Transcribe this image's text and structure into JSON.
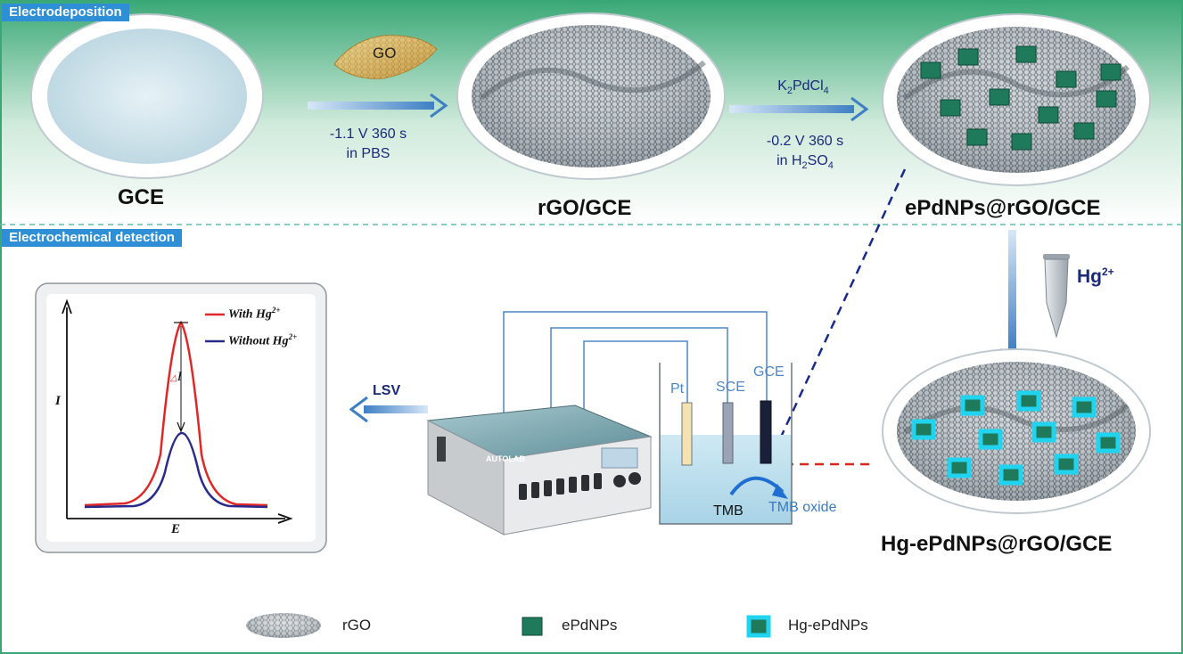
{
  "sections": {
    "electrodeposition": "Electrodeposition",
    "detection": "Electrochemical detection"
  },
  "labels": {
    "go": "GO",
    "gce": "GCE",
    "rgo_gce": "rGO/GCE",
    "epdnps_rgo_gce": "ePdNPs@rGO/GCE",
    "hg_epdnps_rgo_gce": "Hg-ePdNPs@rGO/GCE",
    "hg": "Hg",
    "hg_charge": "2+",
    "lsv": "LSV"
  },
  "steps": [
    {
      "line1": "-1.1 V 360 s",
      "line2": "in PBS"
    },
    {
      "reagent_a": "K",
      "reagent_sub1": "2",
      "reagent_b": "PdCl",
      "reagent_sub2": "4",
      "line1": "-0.2 V 360 s",
      "line2_a": "in H",
      "line2_sub1": "2",
      "line2_b": "SO",
      "line2_sub2": "4"
    }
  ],
  "cell": {
    "pt": "Pt",
    "sce": "SCE",
    "gce": "GCE",
    "tmb": "TMB",
    "tmb_oxide": "TMB oxide"
  },
  "device": {
    "brand": "AUTOLAB"
  },
  "plot": {
    "legend_with": "With Hg",
    "legend_without": "Without Hg",
    "charge": "2+",
    "delta": "△",
    "delta_i": "I",
    "ylabel": "I",
    "xlabel": "E"
  },
  "legend": [
    {
      "label": "rGO",
      "icon": "rgo-sheet"
    },
    {
      "label": "ePdNPs",
      "icon": "green-square"
    },
    {
      "label": "Hg-ePdNPs",
      "icon": "cyan-glow-square"
    }
  ],
  "colors": {
    "accent_blue": "#2e8fd6",
    "with_hg": "#e02626",
    "without_hg": "#2a2a8a",
    "epdnp": "#1f7a5c",
    "hg_glow": "#20d4f0"
  }
}
